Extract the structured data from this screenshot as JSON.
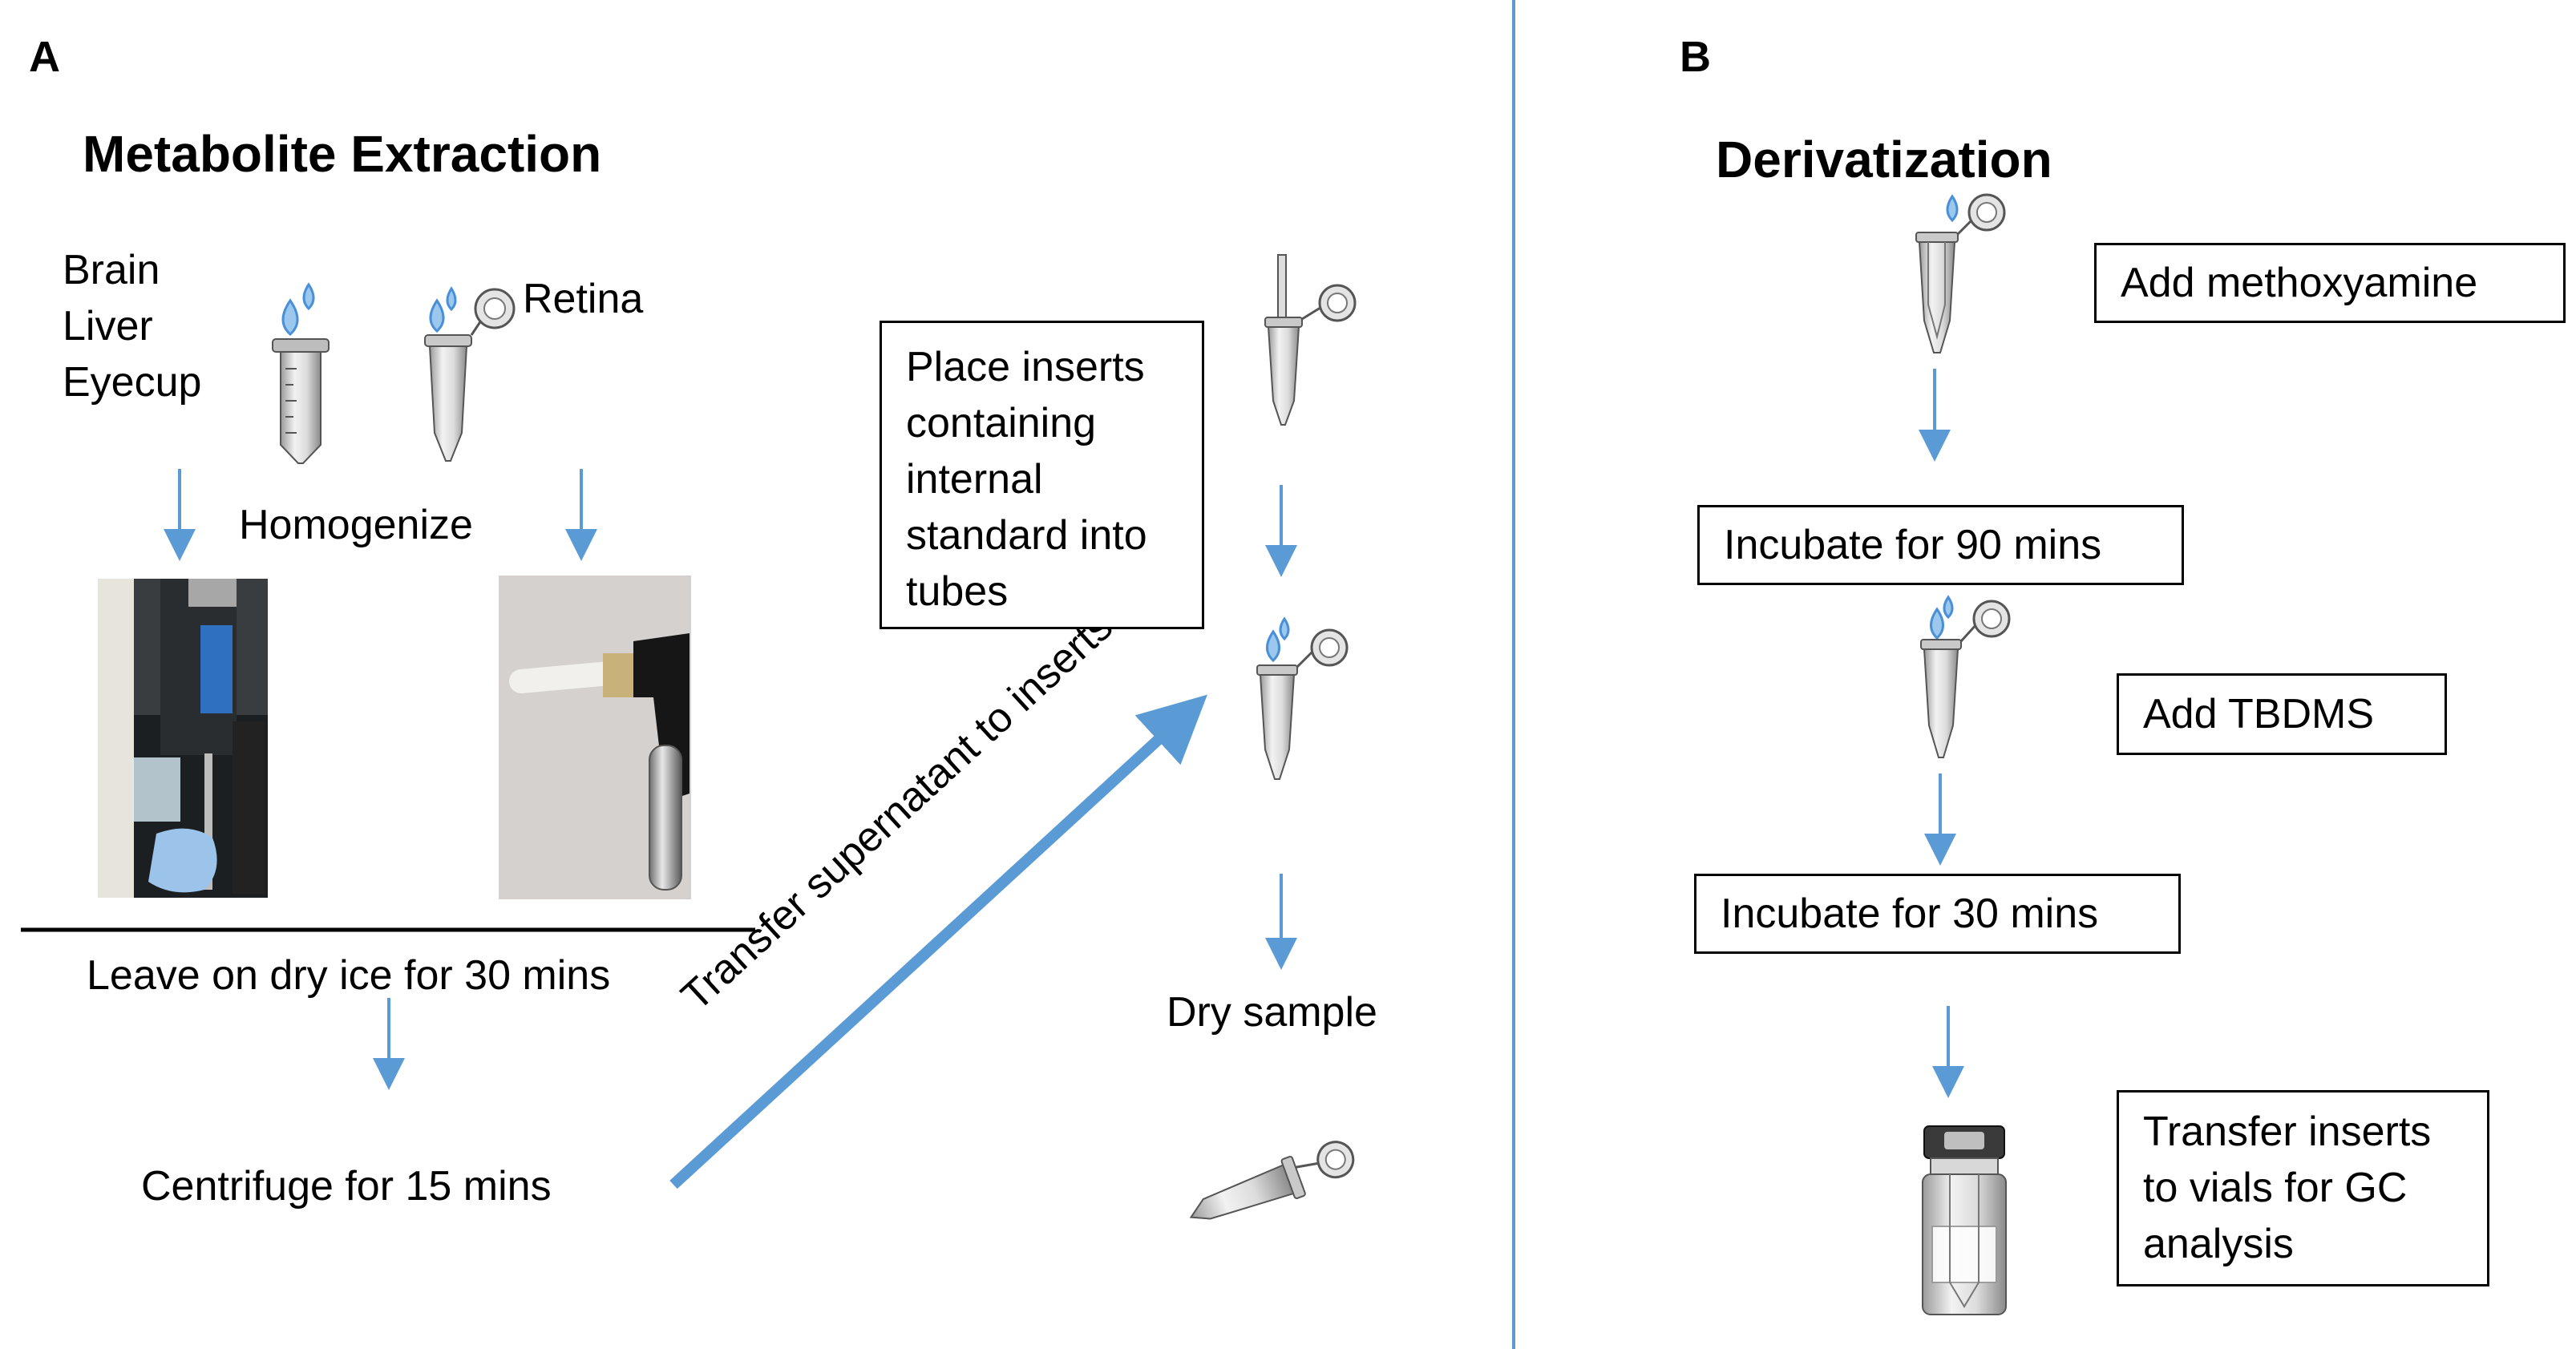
{
  "panel_a": {
    "letter": "A",
    "title": "Metabolite Extraction",
    "tissues": [
      "Brain",
      "Liver",
      "Eyecup"
    ],
    "retina_label": "Retina",
    "homogenize_label": "Homogenize",
    "dry_ice_label": "Leave on dry ice for 30 mins",
    "centrifuge_label": "Centrifuge  for 15 mins",
    "transfer_label": "Transfer supernatant to inserts",
    "inserts_box": [
      "Place inserts",
      "containing",
      "internal",
      "standard into",
      "tubes"
    ],
    "dry_sample_label": "Dry sample"
  },
  "panel_b": {
    "letter": "B",
    "title": "Derivatization",
    "steps": [
      "Add methoxyamine",
      "Incubate for 90 mins",
      "Add TBDMS",
      "Incubate for 30 mins"
    ],
    "final_box": [
      "Transfer inserts",
      "to vials for GC",
      "analysis"
    ]
  },
  "colors": {
    "arrow": "#5b9bd5",
    "divider": "#5b9bd5",
    "text": "#000000",
    "droplet": "#4a90d9"
  }
}
